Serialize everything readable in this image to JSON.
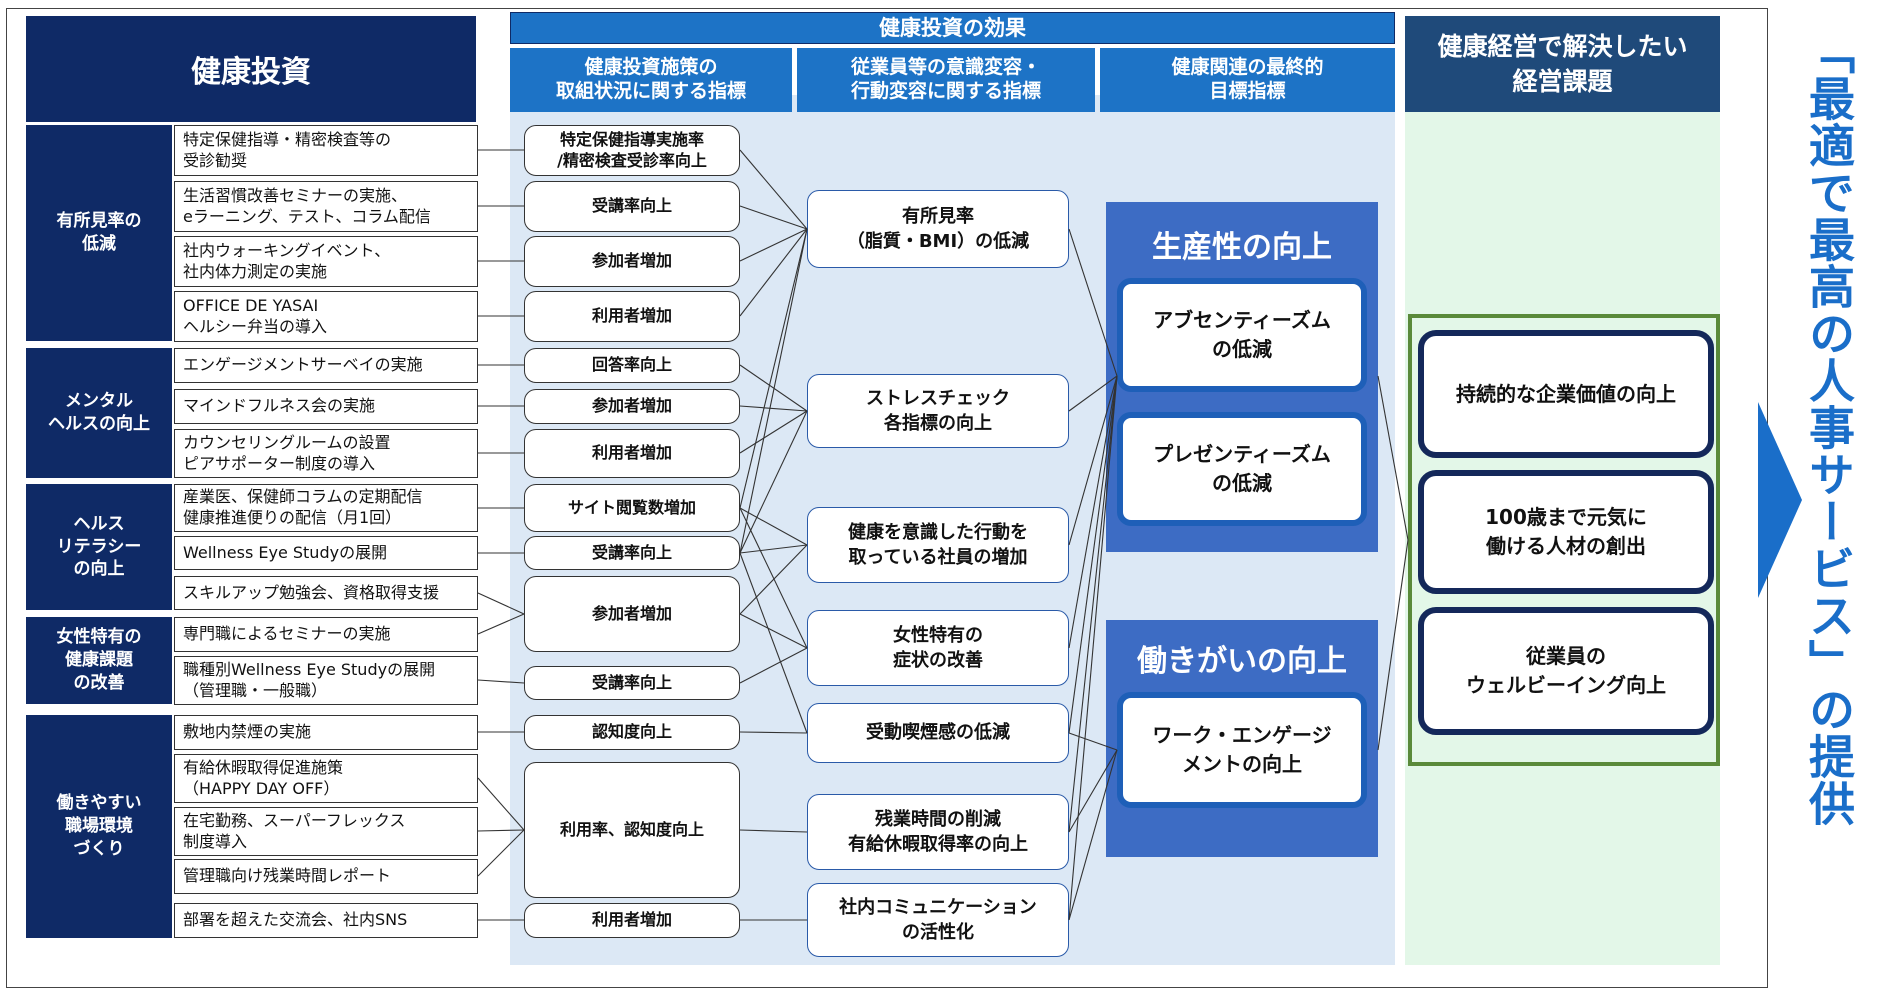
{
  "headers": {
    "invest": "健康投資",
    "effect": "健康投資の効果",
    "col1": "健康投資施策の\n取組状況に関する指標",
    "col2": "従業員等の意識変容・\n行動変容に関する指標",
    "col3": "健康関連の最終的\n目標指標",
    "issues": "健康経営で解決したい\n経営課題"
  },
  "categories": [
    "有所見率の\n低減",
    "メンタル\nヘルスの向上",
    "ヘルス\nリテラシー\nの向上",
    "女性特有の\n健康課題\nの改善",
    "働きやすい\n職場環境\nづくり"
  ],
  "items": [
    "特定保健指導・精密検査等の\n受診勧奨",
    "生活習慣改善セミナーの実施、\neラーニング、テスト、コラム配信",
    "社内ウォーキングイベント、\n社内体力測定の実施",
    "OFFICE DE YASAI\nヘルシー弁当の導入",
    "エンゲージメントサーベイの実施",
    "マインドフルネス会の実施",
    "カウンセリングルームの設置\nピアサポーター制度の導入",
    "産業医、保健師コラムの定期配信\n健康推進便りの配信（月1回）",
    "Wellness Eye Studyの展開",
    "スキルアップ勉強会、資格取得支援",
    "専門職によるセミナーの実施",
    "職種別Wellness Eye Studyの展開\n（管理職・一般職）",
    "敷地内禁煙の実施",
    "有給休暇取得促進施策\n（HAPPY DAY OFF）",
    "在宅勤務、スーパーフレックス\n制度導入",
    "管理職向け残業時間レポート",
    "部署を超えた交流会、社内SNS"
  ],
  "indicators": [
    "特定保健指導実施率\n/精密検査受診率向上",
    "受講率向上",
    "参加者増加",
    "利用者増加",
    "回答率向上",
    "参加者増加",
    "利用者増加",
    "サイト閲覧数増加",
    "受講率向上",
    "参加者増加",
    "受講率向上",
    "認知度向上",
    "利用率、認知度向上",
    "利用者増加"
  ],
  "behaviors": [
    "有所見率\n（脂質・BMI）の低減",
    "ストレスチェック\n各指標の向上",
    "健康を意識した行動を\n取っている社員の増加",
    "女性特有の\n症状の改善",
    "受動喫煙感の低減",
    "残業時間の削減\n有給休暇取得率の向上",
    "社内コミュニケーション\nの活性化"
  ],
  "goals": {
    "productivity_title": "生産性の向上",
    "absenteeism": "アブセンティーズム\nの低減",
    "presenteeism": "プレゼンティーズム\nの低減",
    "engagement_title": "働きがいの向上",
    "engagement": "ワーク・エンゲージ\nメントの向上"
  },
  "issues": [
    "持続的な企業価値の向上",
    "100歳まで元気に\n働ける人材の創出",
    "従業員の\nウェルビーイング向上"
  ],
  "tagline": "「最適で最高の人事サービス」の提供",
  "colors": {
    "navy": "#0f2a66",
    "header_blue": "#1d73c6",
    "panel_blue": "#dce8f5",
    "panel_green": "#e3f7e8",
    "green_border": "#5a8a3a",
    "accent_blue": "#1a6ec9"
  }
}
